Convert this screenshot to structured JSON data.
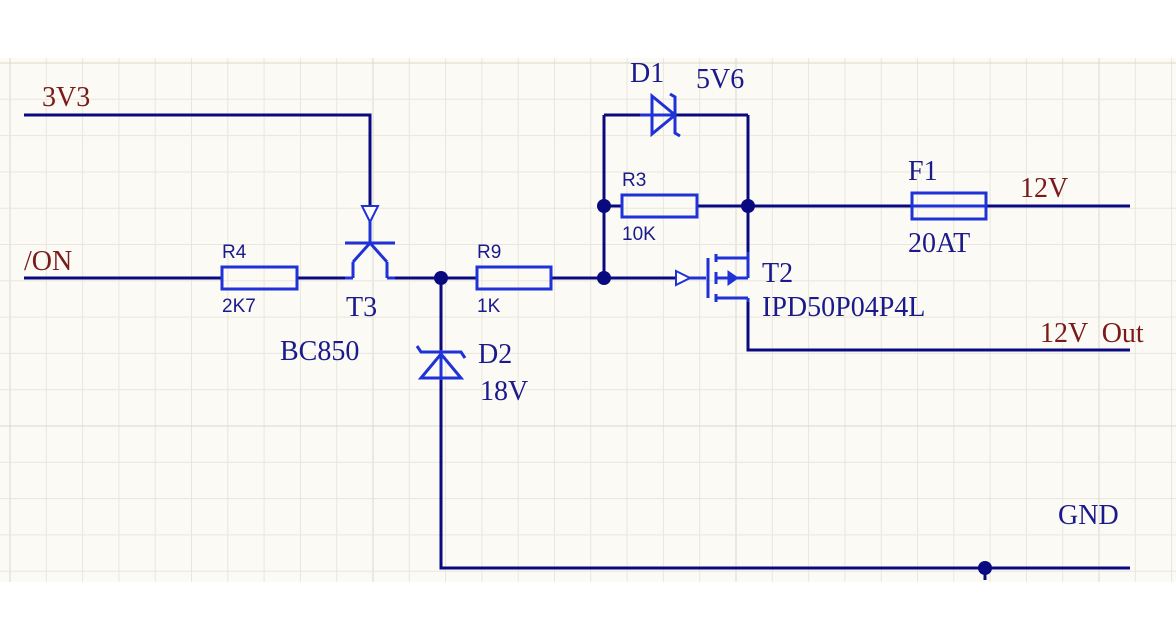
{
  "schematic": {
    "colors": {
      "wire": "#0a0a80",
      "component": "#1e32d8",
      "net_label": "#7a1a1a",
      "designator": "#1a1a8c",
      "sheet": "#fcfaf4"
    },
    "nets": {
      "v3v3": "3V3",
      "on": "/ON",
      "v12": "12V",
      "v12_out": "12V  Out",
      "gnd": "GND"
    },
    "components": {
      "r4": {
        "designator": "R4",
        "value": "2K7"
      },
      "r9": {
        "designator": "R9",
        "value": "1K"
      },
      "r3": {
        "designator": "R3",
        "value": "10K"
      },
      "t3": {
        "designator": "T3",
        "value": "BC850"
      },
      "d2": {
        "designator": "D2",
        "value": "18V"
      },
      "d1": {
        "designator": "D1",
        "value": "5V6"
      },
      "t2": {
        "designator": "T2",
        "value": "IPD50P04P4L"
      },
      "f1": {
        "designator": "F1",
        "value": "20AT"
      }
    }
  }
}
